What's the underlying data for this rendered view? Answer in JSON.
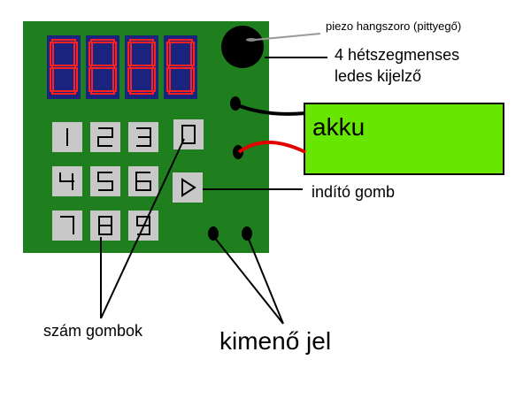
{
  "labels": {
    "piezo": "piezo hangszoro (pittyegő)",
    "display_line1": "4 hétszegmenses",
    "display_line2": "ledes kijelző",
    "battery": "akku",
    "start_button": "indító gomb",
    "number_buttons": "szám gombok",
    "output_signal": "kimenő jel"
  },
  "keypad": [
    "1",
    "2",
    "3",
    "0",
    "4",
    "5",
    "6",
    "▷",
    "7",
    "8",
    "9"
  ],
  "colors": {
    "board": "#1f7f1f",
    "display_bg": "#1a237e",
    "segment": "#ff2020",
    "key": "#c8c8c8",
    "battery": "#66e600",
    "battery_wire": "#e00000"
  }
}
